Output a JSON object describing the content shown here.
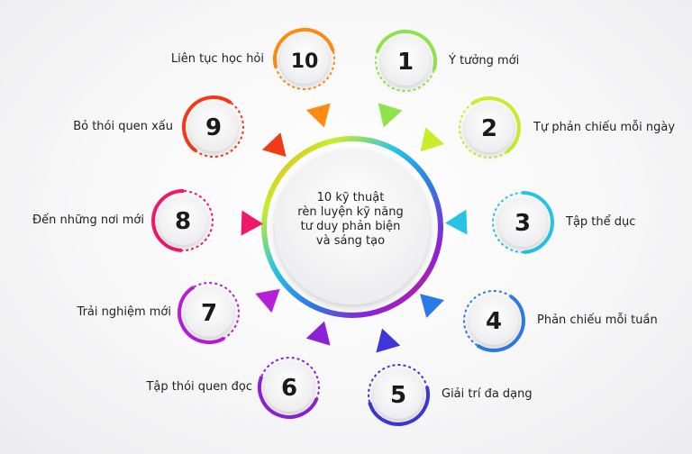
{
  "center": {
    "lines": [
      "10 kỹ thuật",
      "rèn luyện kỹ năng",
      "tư duy phản biện",
      "và sáng tạo"
    ]
  },
  "items": [
    {
      "number": "1",
      "label": "Ý tưởng mới",
      "color": "#8ee34a"
    },
    {
      "number": "2",
      "label": "Tự phản chiếu mỗi ngày",
      "color": "#c7ee2a"
    },
    {
      "number": "3",
      "label": "Tập thể dục",
      "color": "#27c3e6"
    },
    {
      "number": "4",
      "label": "Phản chiếu mỗi tuần",
      "color": "#2b7be6"
    },
    {
      "number": "5",
      "label": "Giải trí đa dạng",
      "color": "#3d36d8"
    },
    {
      "number": "6",
      "label": "Tập thói quen đọc",
      "color": "#8b22d6"
    },
    {
      "number": "7",
      "label": "Trải nghiệm mới",
      "color": "#b51fd8"
    },
    {
      "number": "8",
      "label": "Đến những nơi mới",
      "color": "#f0186a"
    },
    {
      "number": "9",
      "label": "Bỏ thói quen xấu",
      "color": "#f23a17"
    },
    {
      "number": "10",
      "label": "Liên tục học hỏi",
      "color": "#ff8a10"
    }
  ]
}
